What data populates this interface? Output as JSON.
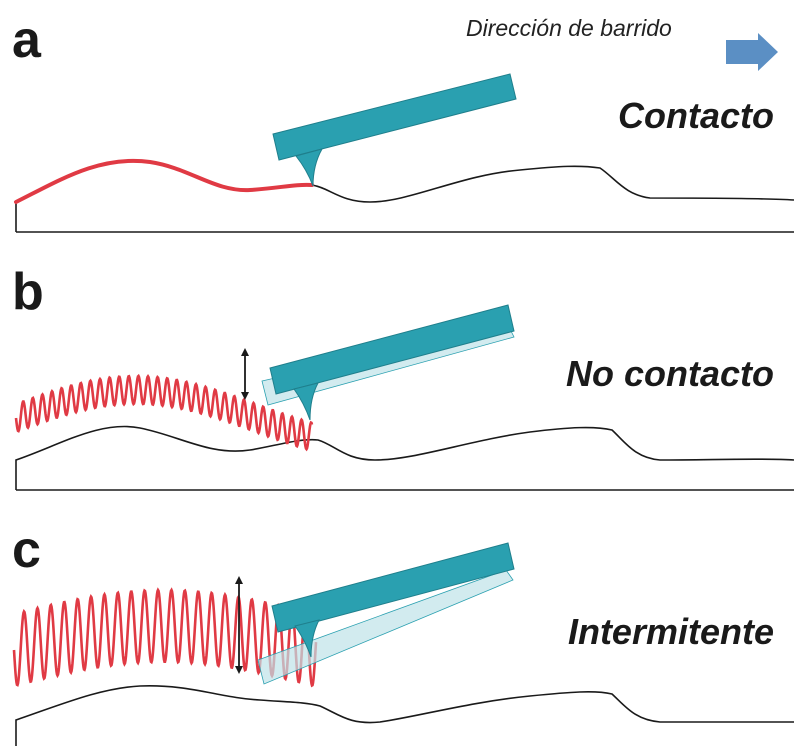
{
  "scan_direction": {
    "label": "Dirección de barrido",
    "icon": "arrow-right-icon",
    "color": "#5b8fc4"
  },
  "panels": [
    {
      "letter": "a",
      "mode": "Contacto"
    },
    {
      "letter": "b",
      "mode": "No contacto"
    },
    {
      "letter": "c",
      "mode": "Intermitente"
    }
  ],
  "colors": {
    "cantilever": "#2aa0b0",
    "cantilever_ghost": "#bfe3e8",
    "tip_trace": "#e03a44",
    "surface": "#1a1a1a",
    "oscillation_arrow": "#1a1a1a"
  }
}
